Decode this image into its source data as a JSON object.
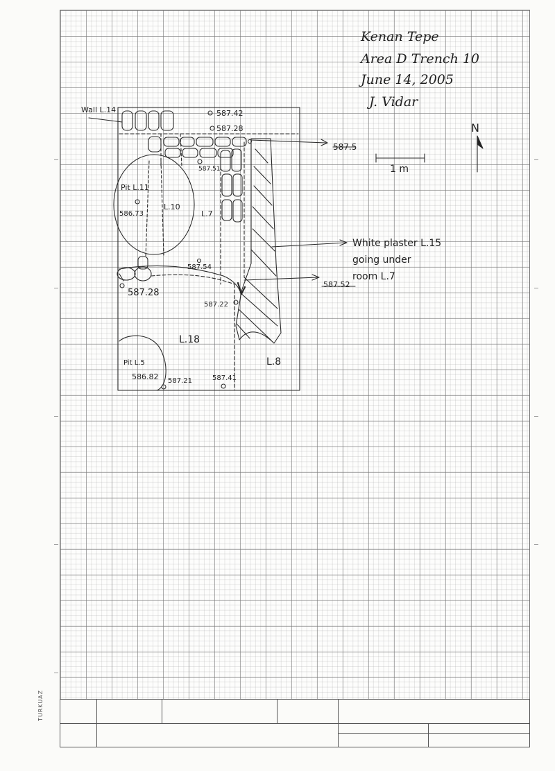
{
  "header": {
    "site": "Kenan Tepe",
    "area": "Area D Trench 10",
    "date": "June 14, 2005",
    "author": "J. Vidar"
  },
  "north_arrow": {
    "label": "N"
  },
  "scale_bar": {
    "label": "1 m"
  },
  "loci": {
    "wall": "Wall L.14",
    "pit11": "Pit L.11",
    "l10": "L.10",
    "l7": "L.7",
    "l18": "L.18",
    "pit5": "Pit L.5",
    "l8": "L.8"
  },
  "elevations": {
    "e1": "587.42",
    "e2": "587.28",
    "e3": "587.51",
    "e4": "586.73",
    "e5": "587.54",
    "e6": "587.28",
    "e7": "587.22",
    "e8": "586.82",
    "e9": "587.21",
    "e10": "587.41",
    "callout_top": "587.5",
    "callout_bottom": "587.52"
  },
  "annotations": {
    "plaster_1": "White plaster L.15",
    "plaster_2": "going under",
    "plaster_3": "room L.7"
  },
  "sheet_brand": "TURKUAZ",
  "colors": {
    "ink": "#222222",
    "grid": "#8a8a8a",
    "paper": "#fbfbf9"
  }
}
